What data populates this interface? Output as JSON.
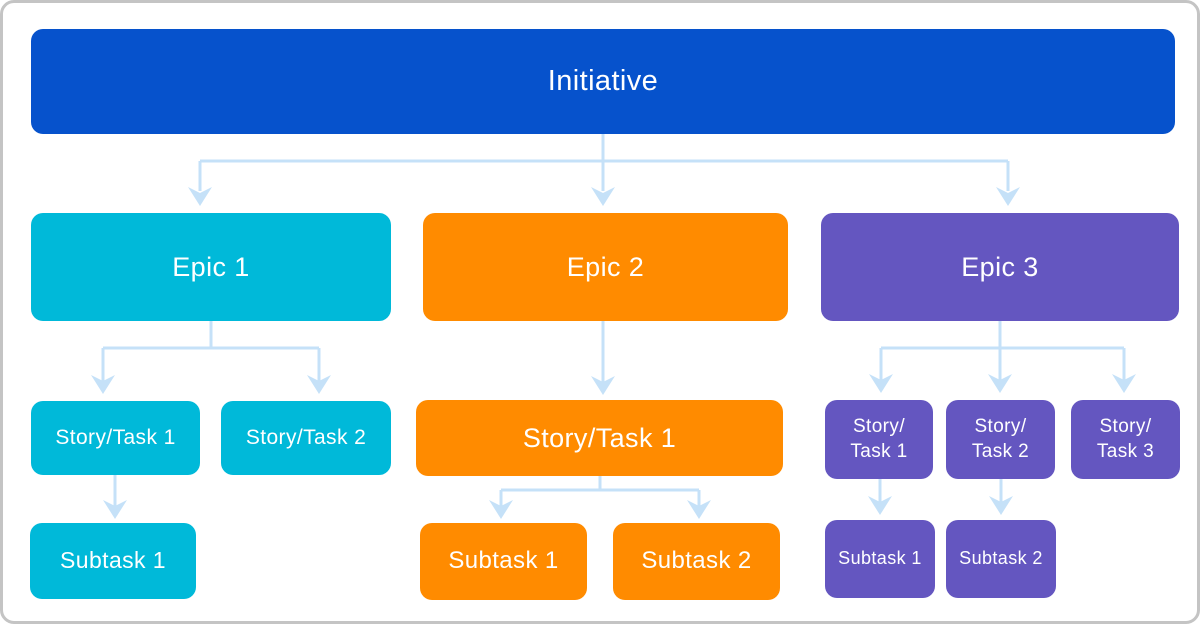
{
  "colors": {
    "initiative_blue": "#0652CC",
    "epic_cyan": "#00B9D9",
    "epic_orange": "#FF8B00",
    "epic_purple": "#6456C0",
    "connector_blue": "#C5E1F8",
    "text_white": "#FFFFFF",
    "frame_border_gray": "#C4C4C4",
    "background_white": "#FFFFFF"
  },
  "diagram": {
    "root": {
      "label": "Initiative"
    },
    "columns": [
      {
        "epic": {
          "label": "Epic 1"
        },
        "stories": [
          {
            "label": "Story/Task 1"
          },
          {
            "label": "Story/Task 2"
          }
        ],
        "subtasks": [
          {
            "label": "Subtask 1"
          }
        ]
      },
      {
        "epic": {
          "label": "Epic 2"
        },
        "stories": [
          {
            "label": "Story/Task 1"
          }
        ],
        "subtasks": [
          {
            "label": "Subtask 1"
          },
          {
            "label": "Subtask 2"
          }
        ]
      },
      {
        "epic": {
          "label": "Epic 3"
        },
        "stories": [
          {
            "line1": "Story/",
            "line2": "Task 1"
          },
          {
            "line1": "Story/",
            "line2": "Task 2"
          },
          {
            "line1": "Story/",
            "line2": "Task 3"
          }
        ],
        "subtasks": [
          {
            "label": "Subtask 1"
          },
          {
            "label": "Subtask 2"
          }
        ]
      }
    ]
  }
}
